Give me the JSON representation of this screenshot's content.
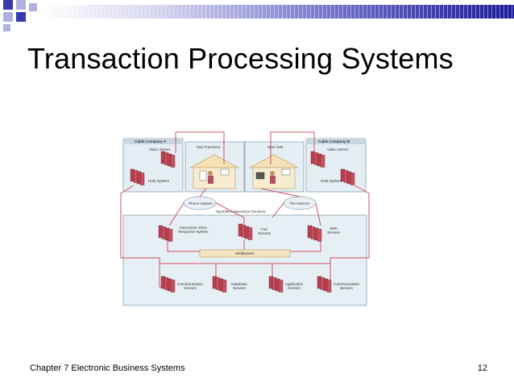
{
  "slide": {
    "title": "Transaction Processing Systems",
    "footer_left": "Chapter 7 Electronic Business Systems",
    "page_number": "12"
  },
  "diagram": {
    "cable_company_a": "Cable Company A",
    "cable_company_b": "Cable Company B",
    "video_server_a": "Video Server",
    "video_server_b": "Video Server",
    "host_system_a": "Host System",
    "host_system_b": "Host System",
    "city_left": "San Francisco",
    "city_right": "New York",
    "phone_system": "Phone System",
    "internet": "The Internet",
    "syntellect": "Syntellect Interactive Services",
    "ivr": "Interactive Voice Response System",
    "fax": "Fax Servers",
    "web": "Web Servers",
    "middleware": "Middleware",
    "comm_servers_left": "Communication Servers",
    "database_servers": "Database Servers",
    "application_servers": "Application Servers",
    "comm_servers_right": "Communication Servers"
  },
  "colors": {
    "bar_dark": "#1a1a9a",
    "bar_light": "#d8d8f0",
    "square_blue": "#3a3ab0",
    "square_light": "#b0b0e0",
    "panel_fill": "#e8f0f4",
    "connector": "#d05060",
    "server": "#b84050"
  }
}
